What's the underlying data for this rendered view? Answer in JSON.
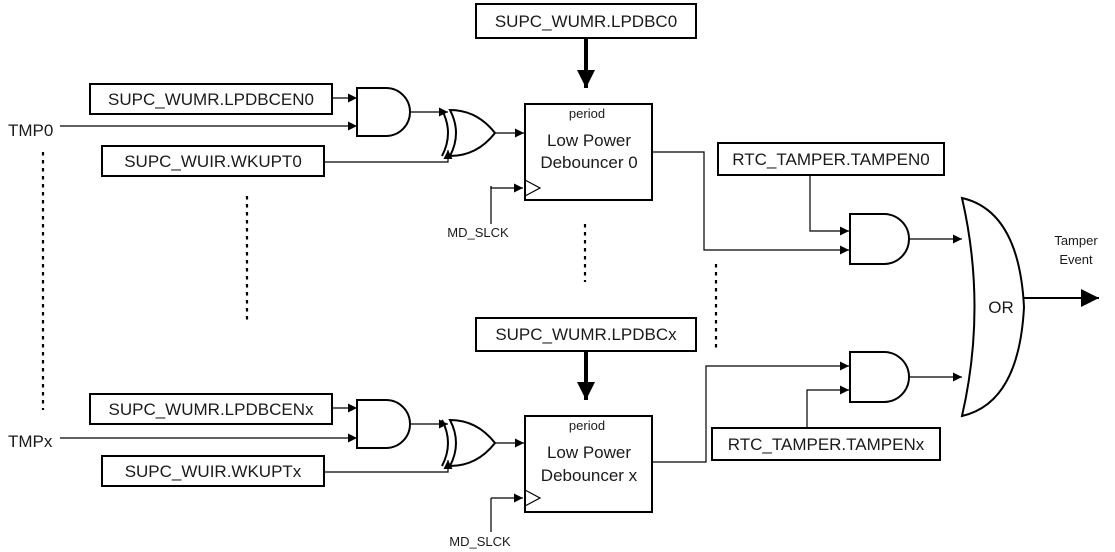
{
  "inputs": {
    "tmp0": "TMP0",
    "tmpx": "TMPx"
  },
  "registers": {
    "lpdbc0": "SUPC_WUMR.LPDBC0",
    "lpdbcen0": "SUPC_WUMR.LPDBCEN0",
    "wkupt0": "SUPC_WUIR.WKUPT0",
    "lpdbcx": "SUPC_WUMR.LPDBCx",
    "lpdbcenx": "SUPC_WUMR.LPDBCENx",
    "wkuptx": "SUPC_WUIR.WKUPTx",
    "tampen0": "RTC_TAMPER.TAMPEN0",
    "tampenx": "RTC_TAMPER.TAMPENx"
  },
  "debouncer0": {
    "period": "period",
    "line1": "Low Power",
    "line2": "Debouncer 0",
    "clock": "MD_SLCK"
  },
  "debouncerx": {
    "period": "period",
    "line1": "Low Power",
    "line2": "Debouncer x",
    "clock": "MD_SLCK"
  },
  "or_gate": "OR",
  "output": {
    "line1": "Tamper",
    "line2": "Event"
  }
}
